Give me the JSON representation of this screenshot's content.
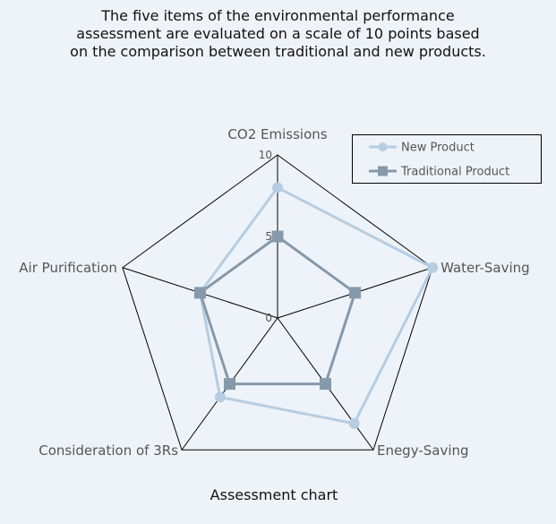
{
  "title_lines": [
    "The five items of the environmental performance",
    "assessment are evaluated on a scale of 10 points based",
    "on the comparison between traditional and new products."
  ],
  "caption": "Assessment chart",
  "chart_data": {
    "type": "radar",
    "categories": [
      "CO2 Emissions",
      "Water-Saving",
      "Enegy-Saving",
      "Consideration of 3Rs",
      "Air Purification"
    ],
    "range": [
      0,
      10
    ],
    "ticks": [
      "0",
      "5",
      "10"
    ],
    "series": [
      {
        "name": "New Product",
        "values": [
          8,
          10,
          8,
          6,
          5
        ],
        "color": "#b6cde2",
        "marker": "circle"
      },
      {
        "name": "Traditional Product",
        "values": [
          5,
          5,
          5,
          5,
          5
        ],
        "color": "#8599ab",
        "marker": "square"
      }
    ],
    "legend_position": "top-right",
    "grid_color": "#000000"
  }
}
